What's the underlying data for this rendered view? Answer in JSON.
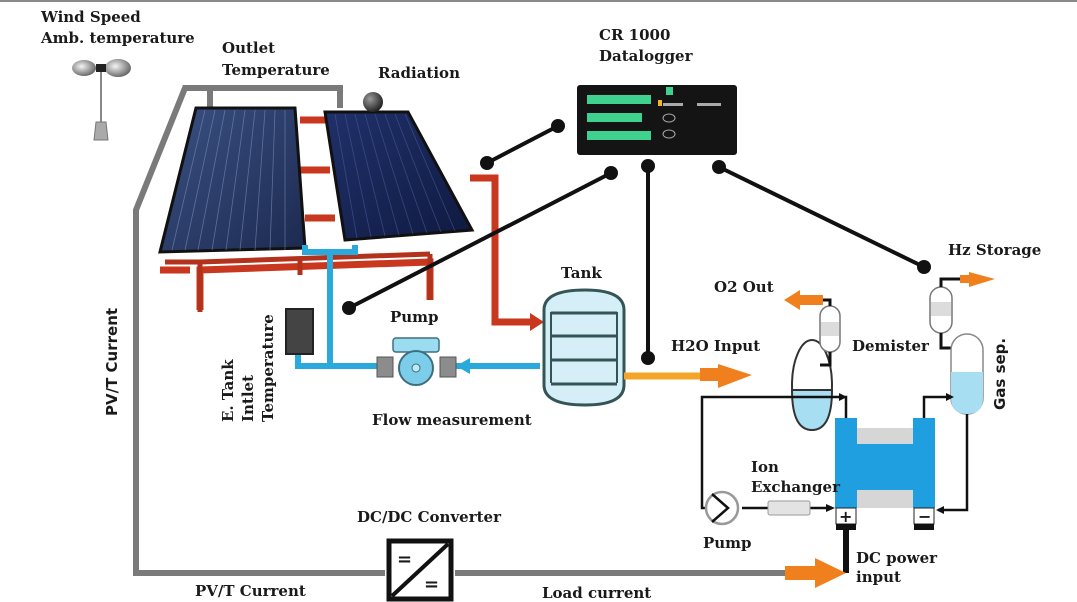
{
  "title": "PV/T-powered electrolyzer monitoring setup",
  "labels": {
    "wind_speed": "Wind Speed",
    "amb_temperature": "Amb. temperature",
    "outlet_temp_1": "Outlet",
    "outlet_temp_2": "Temperature",
    "radiation": "Radiation",
    "datalogger_1": "CR 1000",
    "datalogger_2": "Datalogger",
    "tank": "Tank",
    "pump_top": "Pump",
    "flow_measurement": "Flow measurement",
    "etank_1": "E. Tank",
    "etank_2": "Intlet",
    "etank_3": "Temperature",
    "pvt_current_vertical": "PV/T Current",
    "pvt_current_bottom": "PV/T Current",
    "dcdc_converter": "DC/DC Converter",
    "load_current": "Load current",
    "h2o_input": "H2O Input",
    "o2_out": "O2 Out",
    "h2_storage": "Hz Storage",
    "demister": "Demister",
    "gas_sep": "Gas sep.",
    "ion_1": "Ion",
    "ion_2": "Exchanger",
    "pump_bottom": "Pump",
    "dc_power_1": "DC power",
    "dc_power_2": "input",
    "plus": "+",
    "minus": "−",
    "conv_eq": "="
  },
  "colors": {
    "hot_pipe": "#c9371e",
    "cold_pipe": "#29a9dc",
    "electrical": "#7a7a7a",
    "arrow_orange": "#f0801e",
    "h2o_line": "#f3a52a",
    "signal": "#111111",
    "electrolyzer": "#1f9fe0",
    "panel": "#1d2f5c",
    "water": "#b4e4f4"
  }
}
